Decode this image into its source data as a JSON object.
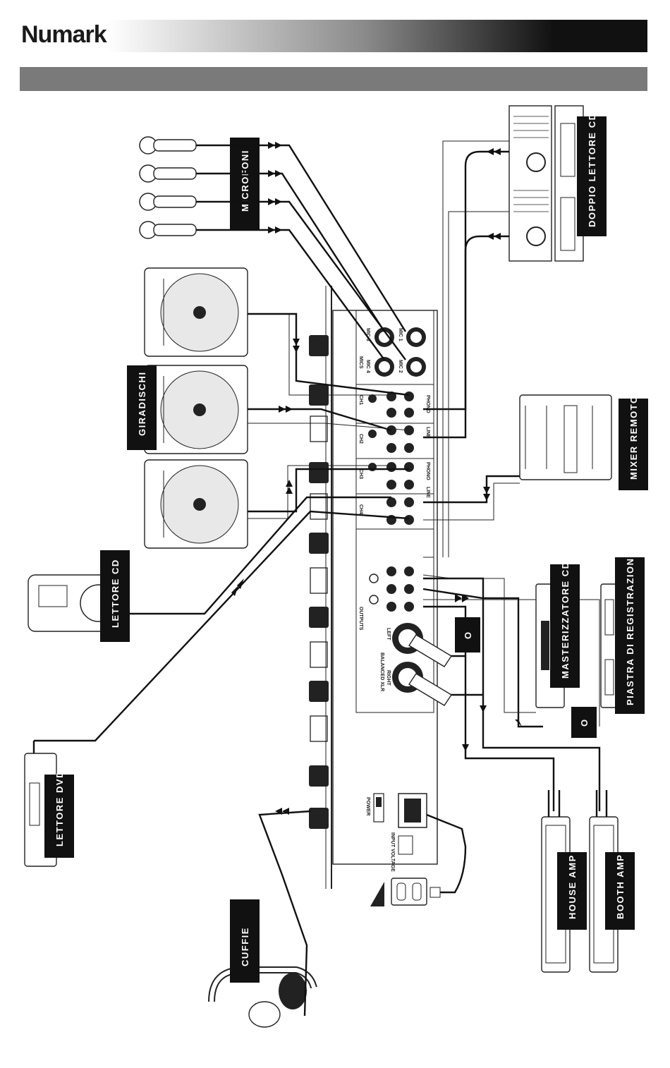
{
  "brand": {
    "logo_text": "Numark"
  },
  "labels": {
    "microfoni": "MICROFONI",
    "doppio_lettore_cd": "DOPPIO LETTORE CD",
    "giradischi": "GIRADISCHI",
    "mixer_remoto": "MIXER REMOTO",
    "lettore_cd": "LETTORE CD",
    "masterizzatore_cd": "MASTERIZZATORE CD",
    "piastra_di_registrazione": "PIASTRA DI REGISTRAZIONE",
    "o_1": "O",
    "o_2": "O",
    "lettore_dvd": "LETTORE DVD",
    "house_amp": "HOUSE AMP",
    "booth_amp": "BOOTH AMP",
    "cuffie": "CUFFIE"
  },
  "mixer_panel": {
    "mics": "MICS",
    "mic1": "MIC 1",
    "mic2": "MIC 2",
    "mic3": "MIC 3",
    "mic4": "MIC 4",
    "ch1": "CH1",
    "ch2": "CH2",
    "ch3": "CH3",
    "ch4": "CH4",
    "phono": "PHONO",
    "line": "LINE",
    "outputs": "OUTPUTS",
    "balanced_xlr": "BALANCED XLR",
    "left": "LEFT",
    "right": "RIGHT",
    "power": "POWER",
    "input_voltage": "INPUT VOLTAGE"
  }
}
